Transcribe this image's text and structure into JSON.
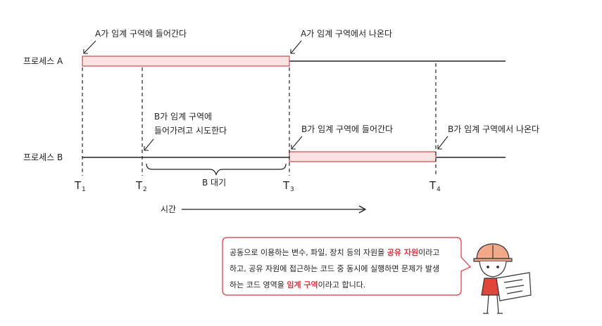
{
  "processes": {
    "a_label": "프로세스 A",
    "b_label": "프로세스 B"
  },
  "annotations": {
    "a_enter": "A가 임계 구역에 들어간다",
    "a_exit": "A가 임계 구역에서 나온다",
    "b_try_line1": "B가 임계 구역에",
    "b_try_line2": "들어가려고 시도한다",
    "b_enter": "B가 임계 구역에 들어간다",
    "b_exit": "B가 임계 구역에서 나온다",
    "b_wait": "B 대기"
  },
  "ticks": [
    {
      "base": "T",
      "sub": "1"
    },
    {
      "base": "T",
      "sub": "2"
    },
    {
      "base": "T",
      "sub": "3"
    },
    {
      "base": "T",
      "sub": "4"
    }
  ],
  "time_axis_label": "시간",
  "note": {
    "line1_pre": "공동으로 이용하는 변수, 파일, 장치 등의 자원을 ",
    "line1_hl": "공유 자원",
    "line1_post": "이라고",
    "line2": "하고, 공유 자원에 접근하는 코드 중 동시에 실행하면 문제가 발생",
    "line3_pre": "하는 코드 영역을 ",
    "line3_hl": "임계 구역",
    "line3_post": "이라고 합니다."
  },
  "colors": {
    "critical_fill": "#fbe3e3",
    "critical_stroke": "#c94a4a",
    "highlight": "#d9333f",
    "line": "#222222",
    "helmet": "#f2a98a",
    "shirt": "#e0453a"
  },
  "icons": {
    "character": "worker-with-helmet-reading-blueprint"
  }
}
